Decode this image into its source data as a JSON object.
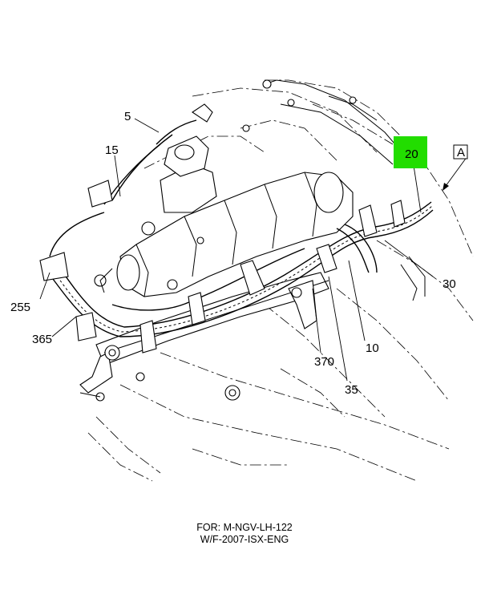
{
  "callouts": {
    "c5": "5",
    "c15": "15",
    "c20": "20",
    "c255": "255",
    "c365": "365",
    "c30": "30",
    "c10": "10",
    "c370": "370",
    "c35": "35"
  },
  "view_label": "A",
  "highlight_color": "#22dd00",
  "caption": {
    "line1": "FOR: M-NGV-LH-122",
    "line2": "W/F-2007-ISX-ENG"
  }
}
